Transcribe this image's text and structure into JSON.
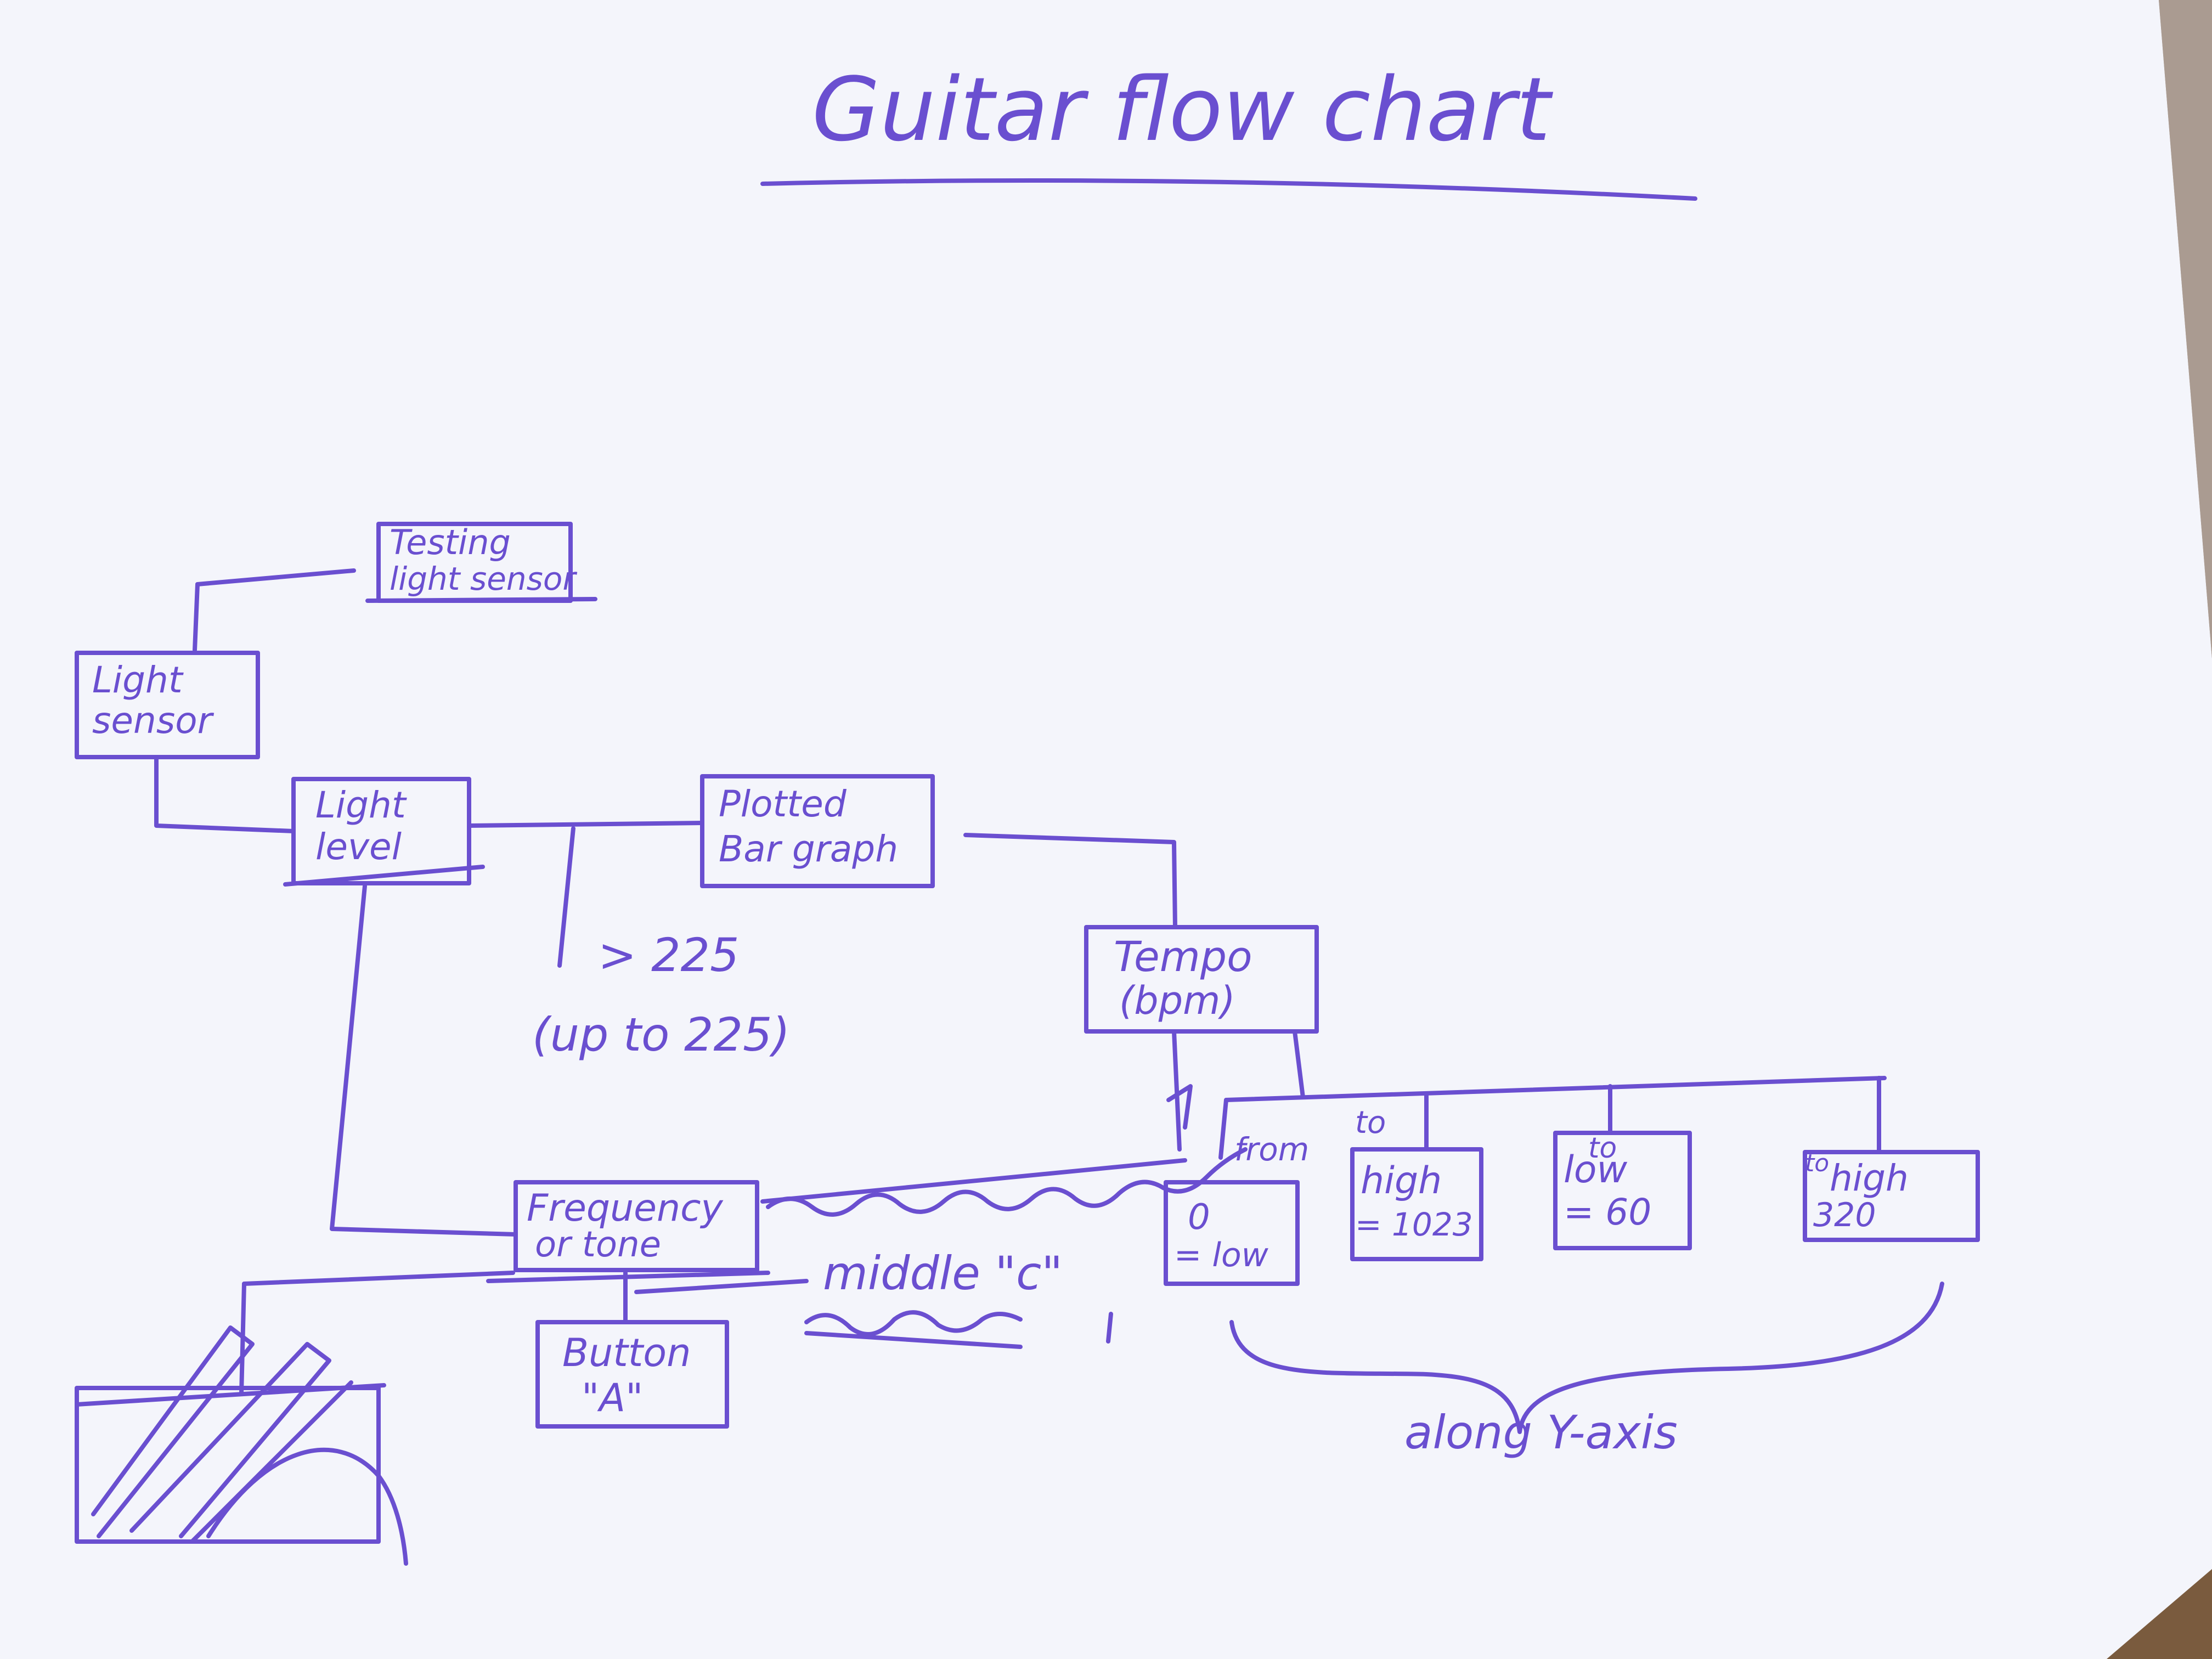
{
  "title": "Guitar flow chart",
  "colors": {
    "ink": "#6a4fd0",
    "paper": "#f4f5fb",
    "table": "#7a5b3e"
  },
  "nodes": {
    "testing_light_sensor": {
      "line1": "Testing",
      "line2": "light sensor"
    },
    "light_sensor": {
      "line1": "Light",
      "line2": "sensor"
    },
    "light_level": {
      "line1": "Light",
      "line2": "level"
    },
    "plotted_bar_graph": {
      "line1": "Plotted",
      "line2": "Bar graph"
    },
    "tempo": {
      "line1": "Tempo",
      "line2": "(bpm)"
    },
    "frequency": {
      "line1": "Frequency",
      "line2": "or tone"
    },
    "button_a": {
      "line1": "Button",
      "line2": "\"A\""
    },
    "zero_low": {
      "line1": "0",
      "line2": "= low"
    },
    "high_1023": {
      "line1": "high",
      "line2": "= 1023"
    },
    "low_60": {
      "line1": "low",
      "line2": "= 60"
    },
    "high_320": {
      "line1": "high",
      "line2": "320"
    }
  },
  "labels": {
    "threshold": "> 225",
    "threshold_note": "(up to 225)",
    "middle_c": "middle \"c\"",
    "from": "from",
    "to_a": "to",
    "to_b": "to",
    "to_c": "to",
    "along_y_axis": "along Y-axis"
  }
}
